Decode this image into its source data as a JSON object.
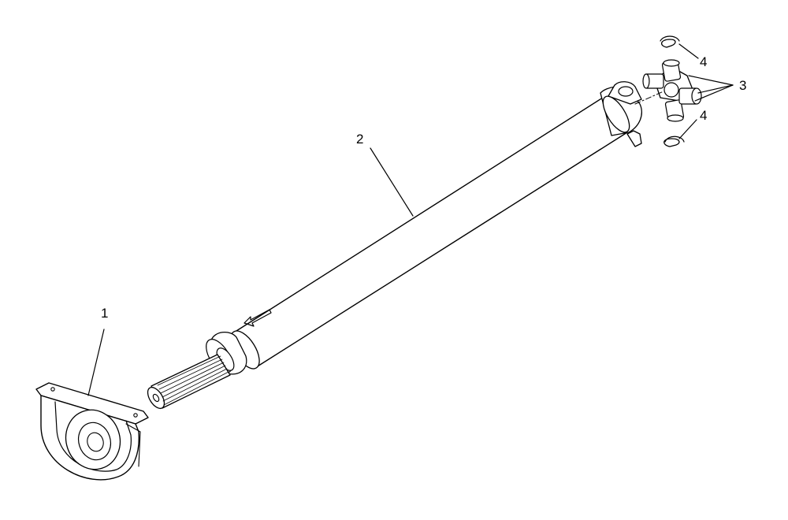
{
  "callouts": {
    "c1": "1",
    "c2": "2",
    "c3": "3",
    "c4_top": "4",
    "c4_bottom": "4"
  },
  "parts": [
    "center-support-bearing",
    "driveshaft",
    "universal-joint",
    "retaining-clip"
  ],
  "colors": {
    "ink": "#000000",
    "paper": "#ffffff"
  }
}
